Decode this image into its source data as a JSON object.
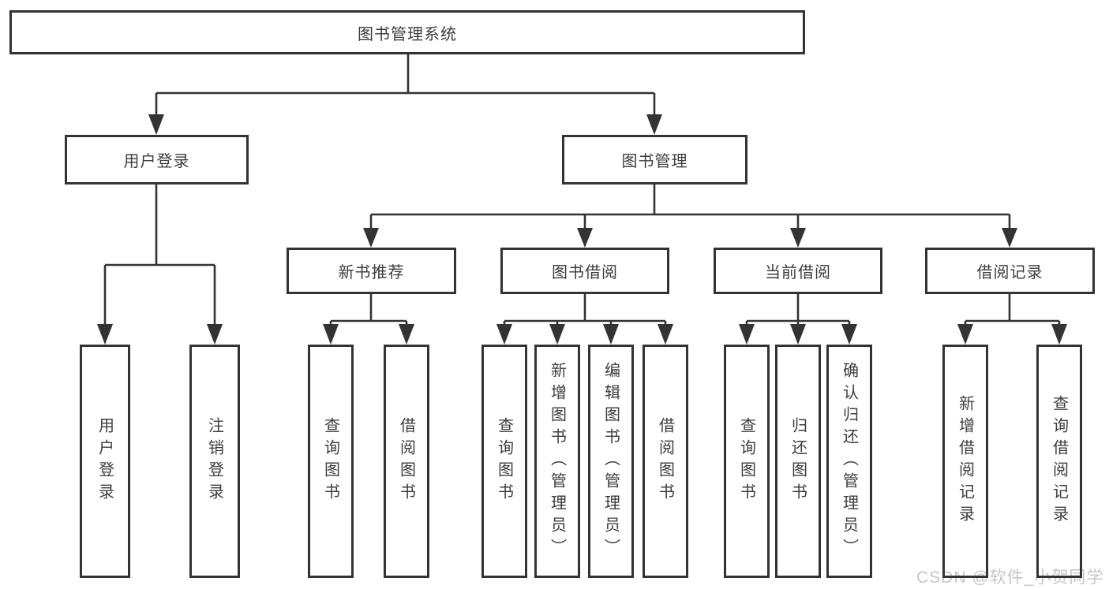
{
  "diagram": {
    "root": {
      "label": "图书管理系统"
    },
    "level2": [
      {
        "label": "用户登录"
      },
      {
        "label": "图书管理"
      }
    ],
    "level3": [
      {
        "label": "新书推荐"
      },
      {
        "label": "图书借阅"
      },
      {
        "label": "当前借阅"
      },
      {
        "label": "借阅记录"
      }
    ],
    "leaves": {
      "user_login": [
        "用户登录",
        "注销登录"
      ],
      "new_books": [
        "查询图书",
        "借阅图书"
      ],
      "book_borrow": [
        "查询图书",
        "新增图书（管理员）",
        "编辑图书（管理员）",
        "借阅图书"
      ],
      "current_borrow": [
        "查询图书",
        "归还图书",
        "确认归还（管理员）"
      ],
      "borrow_records": [
        "新增借阅记录",
        "查询借阅记录"
      ]
    }
  },
  "watermark": {
    "text": "CSDN @软件_小贺同学"
  },
  "colors": {
    "line": "#333333",
    "box_border": "#333333",
    "text": "#3d3d3d",
    "watermark": "#c6c6c6",
    "background": "#ffffff"
  }
}
